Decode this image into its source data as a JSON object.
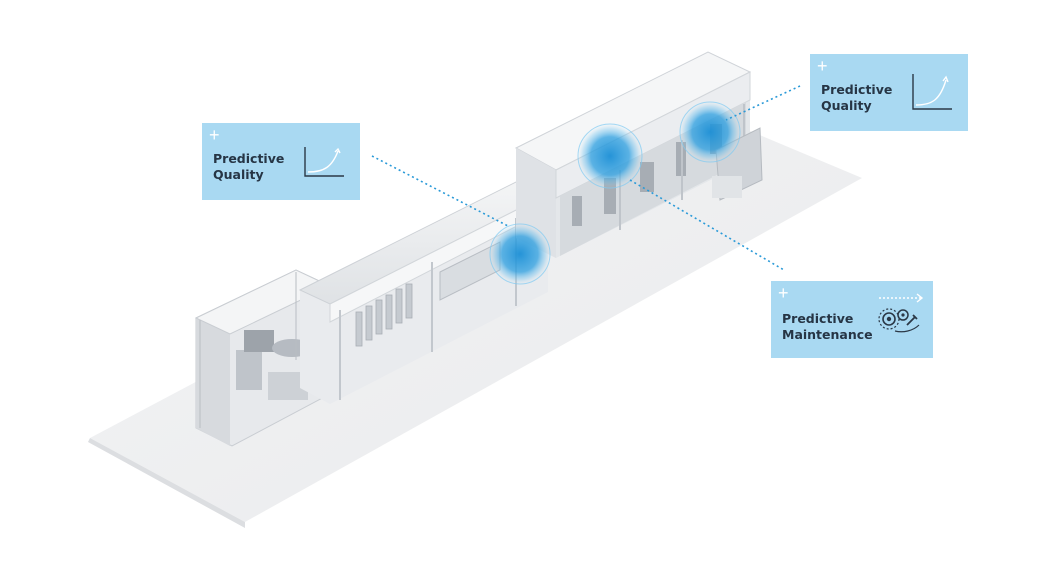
{
  "colors": {
    "callout_bg": "#a9d9f2",
    "accent_blue": "#1b8fd6",
    "dotted_line": "#2a9ad8",
    "floor": "#eeeff1",
    "machine_light": "#f1f2f4",
    "machine_shadow": "#cfd3d8"
  },
  "callouts": {
    "quality_left": {
      "plus": "+",
      "line1": "Predictive",
      "line2": "Quality",
      "icon": "growth-curve-icon"
    },
    "quality_right": {
      "plus": "+",
      "line1": "Predictive",
      "line2": "Quality",
      "icon": "growth-curve-icon"
    },
    "maintenance": {
      "plus": "+",
      "line1": "Predictive",
      "line2": "Maintenance",
      "icon": "gears-arrow-icon"
    }
  }
}
